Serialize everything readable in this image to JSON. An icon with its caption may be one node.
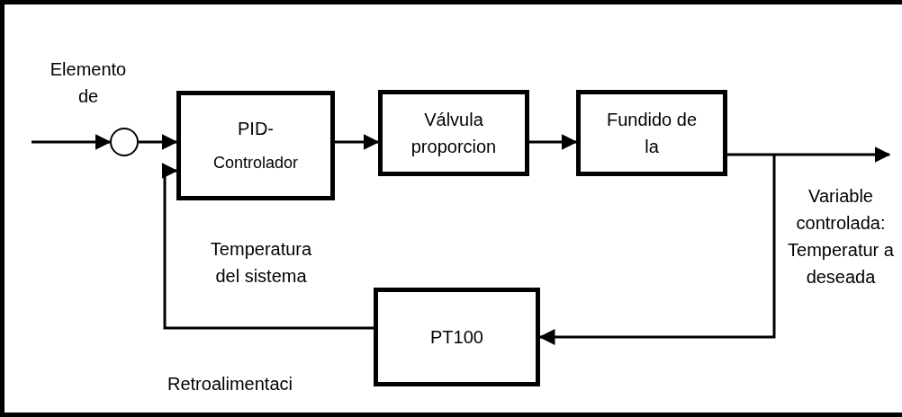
{
  "diagram": {
    "nodes": [
      {
        "text": [],
        "shape": "circle"
      },
      {
        "text": [
          "PID-",
          "Controlador"
        ]
      },
      {
        "text": [
          "Válvula proporcion"
        ]
      },
      {
        "text": [
          "Fundido de la"
        ]
      },
      {
        "text": [
          "PT100"
        ]
      }
    ],
    "edges": [
      {
        "from": null,
        "to": 0,
        "arrow": "to"
      },
      {
        "from": 0,
        "to": 1,
        "arrow": "to"
      },
      {
        "from": 1,
        "to": 2,
        "arrow": "to"
      },
      {
        "from": 2,
        "to": 3,
        "arrow": "to"
      },
      {
        "from": 3,
        "to": null,
        "arrow": "to"
      },
      {
        "from": 3,
        "to": 4,
        "arrow": "to"
      },
      {
        "from": 4,
        "to": 1,
        "arrow": "to"
      }
    ],
    "labels": [
      "Elemento de",
      "Temperatura del sistema",
      "Retroalimentaci",
      "Variable controlada: Temperatur a deseada"
    ]
  }
}
